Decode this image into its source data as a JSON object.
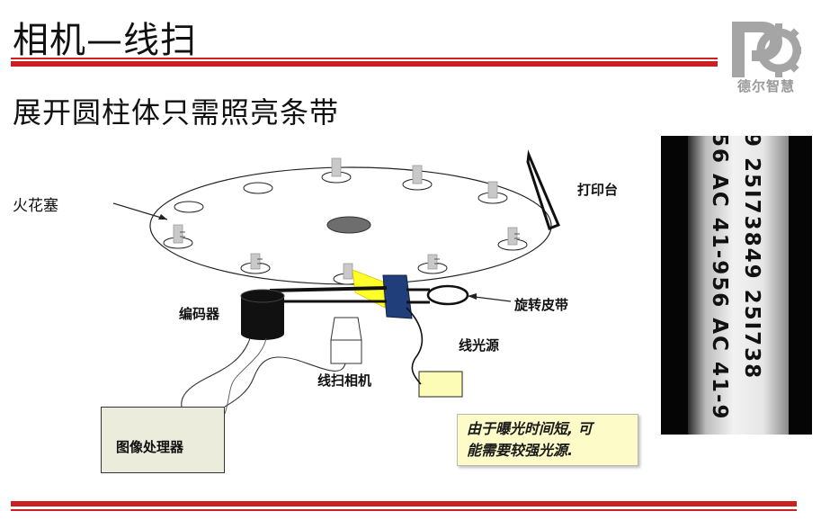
{
  "header": {
    "title": "相机—线扫",
    "subtitle": "展开圆柱体只需照亮条带"
  },
  "logo": {
    "text": "德尔智慧"
  },
  "diagram": {
    "spark_plug_label": "火花塞",
    "printing_table_label": "打印台",
    "encoder_label": "编码器",
    "rotating_belt_label": "旋转皮带",
    "line_light_label": "线光源",
    "line_scan_camera_label": "线扫相机",
    "image_processor_label": "图像处理器",
    "note_line1": "由于曝光时间短, 可",
    "note_line2": "能需要较强光源."
  },
  "photo": {
    "columns": [
      "56 AC 41-956 AC 41-9",
      "9 25I73849 25I738"
    ]
  }
}
